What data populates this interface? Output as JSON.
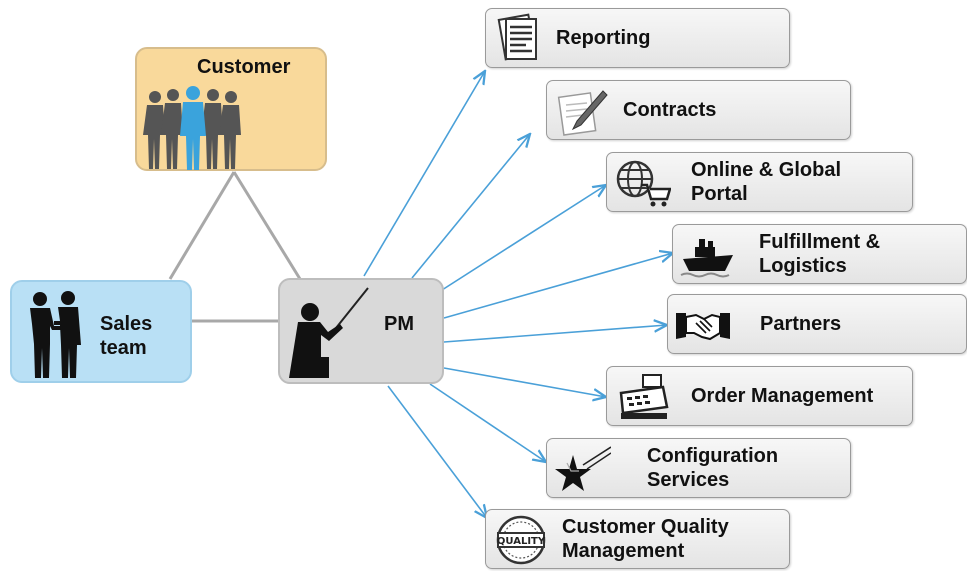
{
  "nodes": {
    "customer": "Customer",
    "sales": "Sales\nteam",
    "pm": "PM"
  },
  "items": [
    {
      "label": "Reporting",
      "icon": "report-icon"
    },
    {
      "label": "Contracts",
      "icon": "contract-pen-icon"
    },
    {
      "label": "Online & Global\nPortal",
      "icon": "globe-cart-icon"
    },
    {
      "label": "Fulfillment &\nLogistics",
      "icon": "ship-icon"
    },
    {
      "label": "Partners",
      "icon": "handshake-icon"
    },
    {
      "label": "Order Management",
      "icon": "cash-register-icon"
    },
    {
      "label": "Configuration\nServices",
      "icon": "shooting-star-icon"
    },
    {
      "label": "Customer Quality\nManagement",
      "icon": "quality-seal-icon"
    }
  ],
  "colors": {
    "customer_fill": "#f9d99b",
    "sales_fill": "#b9e0f5",
    "pm_fill": "#d9d9d9",
    "arrow": "#4aa0d8",
    "connector": "#a8a8a8"
  }
}
